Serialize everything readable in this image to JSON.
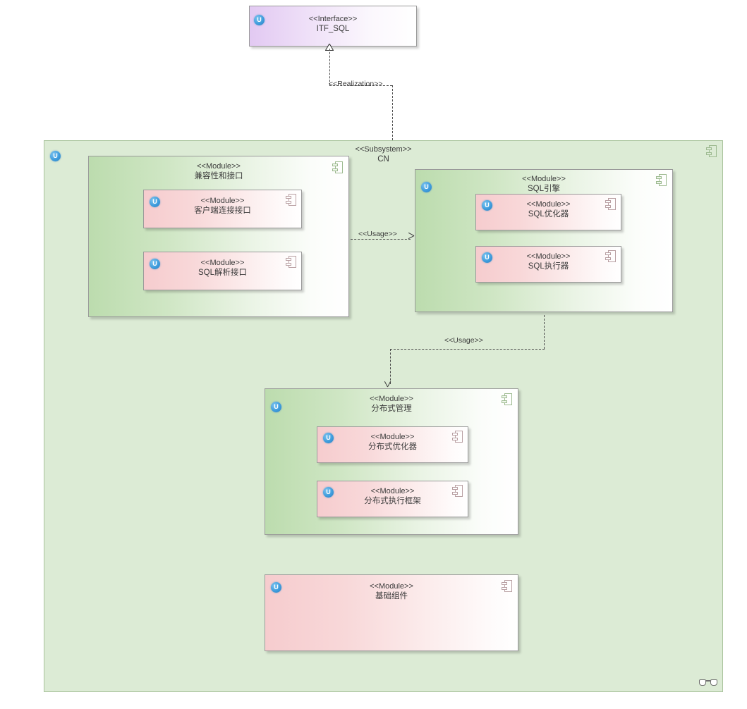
{
  "diagram": {
    "type": "UML component / package diagram",
    "background": "#ffffff"
  },
  "interface_node": {
    "stereotype": "<<Interface>>",
    "name": "ITF_SQL",
    "badge": "uml-interface-badge",
    "color": "#e2c9f2"
  },
  "subsystem": {
    "stereotype": "<<Subsystem>>",
    "name": "CN",
    "badge": "uml-badge",
    "component_icon": "component-icon",
    "glasses_icon": "glasses-icon",
    "color": "#dcebd5"
  },
  "modules": {
    "compatibility": {
      "stereotype": "<<Module>>",
      "name": "兼容性和接口",
      "color": "#bcdcae",
      "children": [
        {
          "stereotype": "<<Module>>",
          "name": "客户端连接接口",
          "color": "#f6ccce"
        },
        {
          "stereotype": "<<Module>>",
          "name": "SQL解析接口",
          "color": "#f6ccce"
        }
      ]
    },
    "sql_engine": {
      "stereotype": "<<Module>>",
      "name": "SQL引擎",
      "color": "#bcdcae",
      "children": [
        {
          "stereotype": "<<Module>>",
          "name": "SQL优化器",
          "color": "#f6ccce"
        },
        {
          "stereotype": "<<Module>>",
          "name": "SQL执行器",
          "color": "#f6ccce"
        }
      ]
    },
    "distributed": {
      "stereotype": "<<Module>>",
      "name": "分布式管理",
      "color": "#bcdcae",
      "children": [
        {
          "stereotype": "<<Module>>",
          "name": "分布式优化器",
          "color": "#f6ccce"
        },
        {
          "stereotype": "<<Module>>",
          "name": "分布式执行框架",
          "color": "#f6ccce"
        }
      ]
    },
    "foundation": {
      "stereotype": "<<Module>>",
      "name": "基础组件",
      "color": "#f6ccce"
    }
  },
  "connectors": {
    "realization": {
      "label": "<<Realization>>",
      "from": "CN",
      "to": "ITF_SQL",
      "style": "dashed-hollow-triangle"
    },
    "usage_1": {
      "label": "<<Usage>>",
      "from": "兼容性和接口",
      "to": "SQL引擎",
      "style": "dashed-open-arrow"
    },
    "usage_2": {
      "label": "<<Usage>>",
      "from": "SQL引擎",
      "to": "分布式管理",
      "style": "dashed-open-arrow"
    }
  }
}
